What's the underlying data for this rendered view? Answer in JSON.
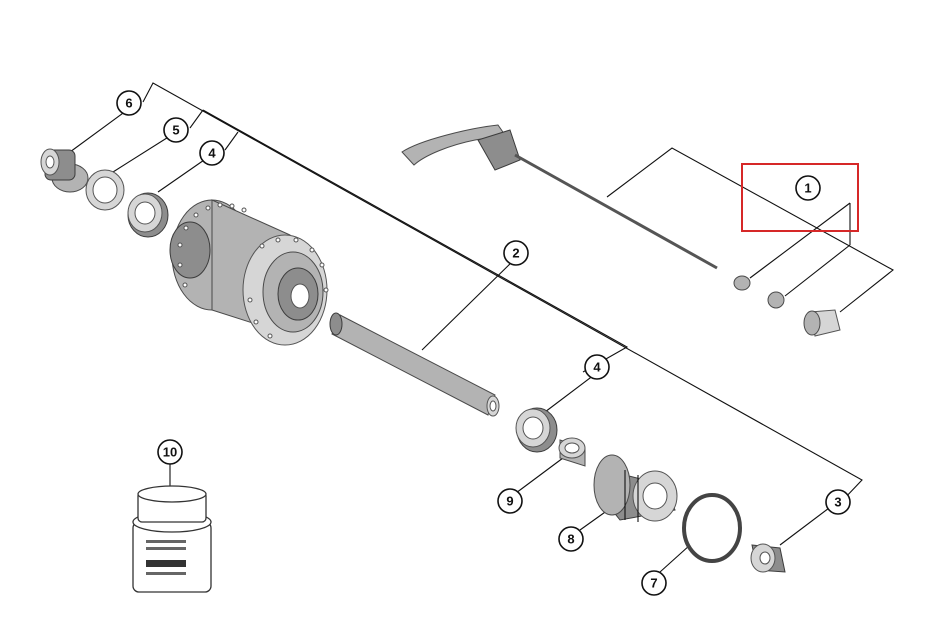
{
  "diagram": {
    "callouts": [
      {
        "id": "1",
        "label": "1"
      },
      {
        "id": "2",
        "label": "2"
      },
      {
        "id": "3",
        "label": "3"
      },
      {
        "id": "4a",
        "label": "4"
      },
      {
        "id": "4b",
        "label": "4"
      },
      {
        "id": "5",
        "label": "5"
      },
      {
        "id": "6",
        "label": "6"
      },
      {
        "id": "7",
        "label": "7"
      },
      {
        "id": "8",
        "label": "8"
      },
      {
        "id": "9",
        "label": "9"
      },
      {
        "id": "10",
        "label": "10"
      }
    ],
    "highlight_color": "#d62828"
  }
}
